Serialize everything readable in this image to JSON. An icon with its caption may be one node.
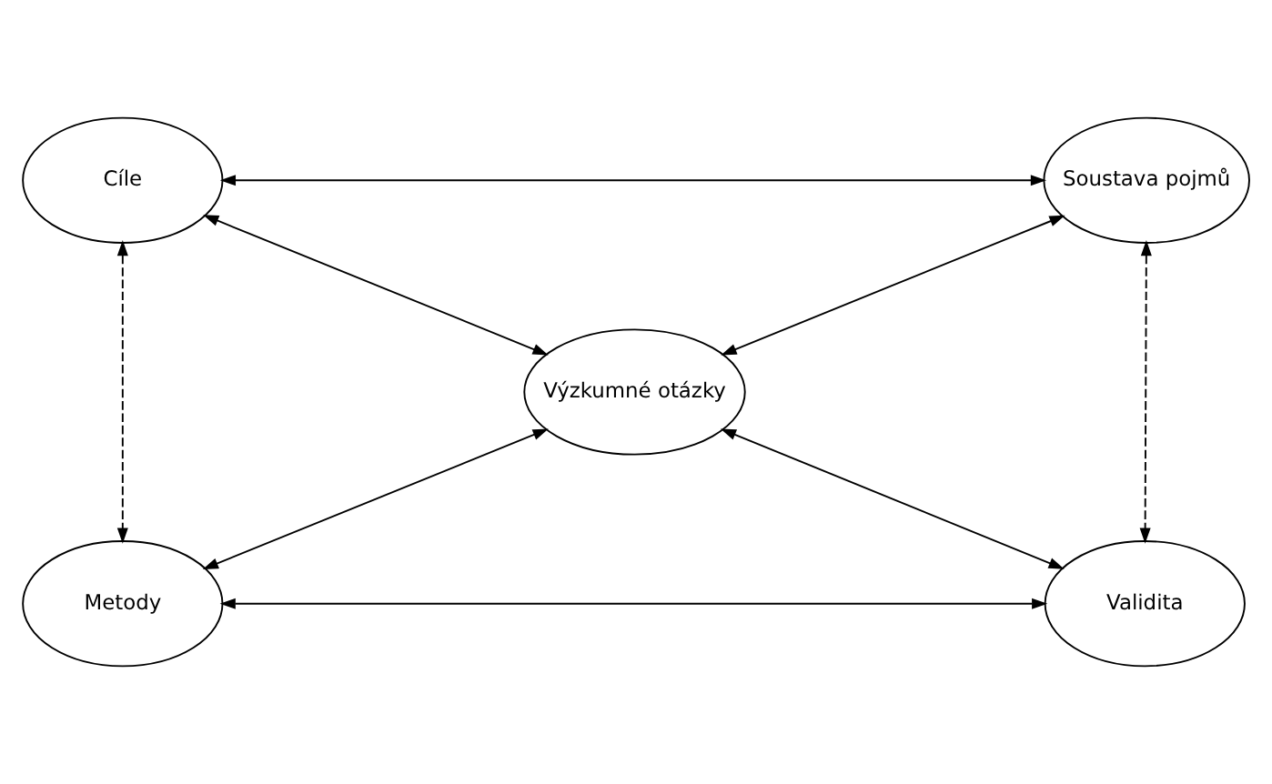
{
  "diagram": {
    "nodes": [
      {
        "text": [
          "Cíle"
        ]
      },
      {
        "text": [
          "Soustava pojmů"
        ]
      },
      {
        "text": [
          "Výzkumné otázky"
        ]
      },
      {
        "text": [
          "Metody"
        ]
      },
      {
        "text": [
          "Validita"
        ]
      }
    ],
    "edges": [
      {
        "from": 0,
        "to": 1,
        "arrow": "both"
      },
      {
        "from": 0,
        "to": 2,
        "arrow": "both"
      },
      {
        "from": 1,
        "to": 2,
        "arrow": "both"
      },
      {
        "from": 0,
        "to": 3,
        "arrow": "both",
        "style": "dashed"
      },
      {
        "from": 1,
        "to": 4,
        "arrow": "both",
        "style": "dashed"
      },
      {
        "from": 2,
        "to": 3,
        "arrow": "both"
      },
      {
        "from": 2,
        "to": 4,
        "arrow": "both"
      },
      {
        "from": 3,
        "to": 4,
        "arrow": "both"
      }
    ]
  }
}
